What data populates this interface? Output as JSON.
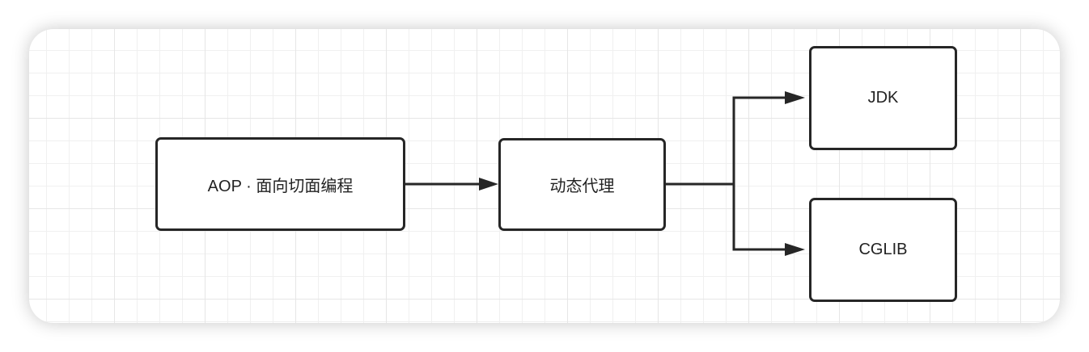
{
  "nodes": {
    "aop": "AOP · 面向切面编程",
    "proxy": "动态代理",
    "jdk": "JDK",
    "cglib": "CGLIB"
  },
  "colors": {
    "stroke": "#262626",
    "grid": "#e6e6e6"
  }
}
